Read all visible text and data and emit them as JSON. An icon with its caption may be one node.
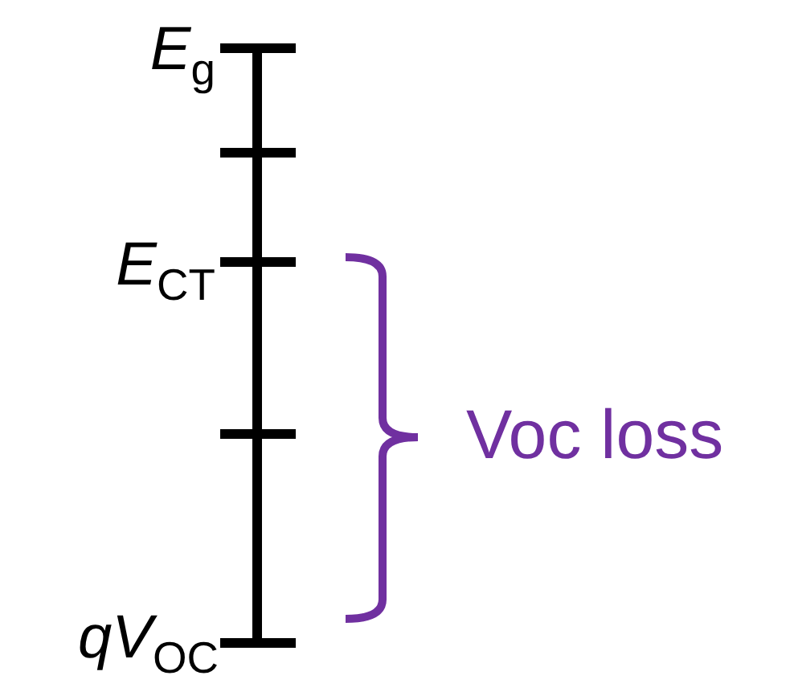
{
  "diagram": {
    "labels": [
      "*E*$_{g}$",
      "*E*$_{CT}$",
      "*qV*$_{OC}$",
      "Voc loss"
    ]
  }
}
